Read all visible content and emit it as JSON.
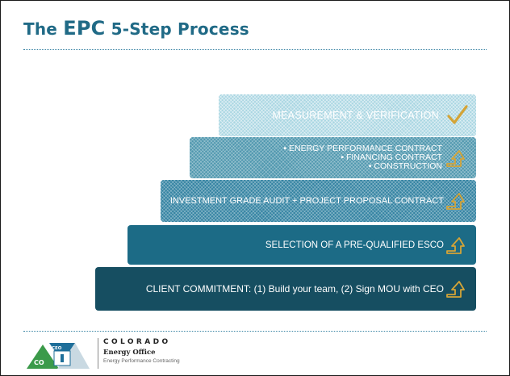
{
  "slide": {
    "title_pre": "The ",
    "title_big": "EPC",
    "title_post": " 5-Step Process"
  },
  "steps": [
    {
      "lines": [
        "MEASUREMENT & VERIFICATION"
      ],
      "icon": "checkmark-icon"
    },
    {
      "lines": [
        "▪  ENERGY PERFORMANCE CONTRACT",
        "▪  FINANCING CONTRACT",
        "▪  CONSTRUCTION"
      ],
      "icon": "arrow-up-icon"
    },
    {
      "lines": [
        "INVESTMENT GRADE AUDIT + PROJECT PROPOSAL CONTRACT"
      ],
      "icon": "arrow-up-icon"
    },
    {
      "lines": [
        "SELECTION OF A PRE-QUALIFIED ESCO"
      ],
      "icon": "arrow-up-icon"
    },
    {
      "lines": [
        "CLIENT COMMITMENT: (1) Build your team, (2) Sign MOU with CEO"
      ],
      "icon": "arrow-up-icon"
    }
  ],
  "footer": {
    "logo_badge_top": "CEO",
    "logo_badge_left": "CO",
    "brand_name": "COLORADO",
    "brand_sub": "Energy Office",
    "brand_tag": "Energy Performance Contracting"
  },
  "colors": {
    "title": "#206a86",
    "icon_gold": "#d4a437",
    "logo_green": "#3b9a4a",
    "logo_blue": "#1f6f9a"
  }
}
